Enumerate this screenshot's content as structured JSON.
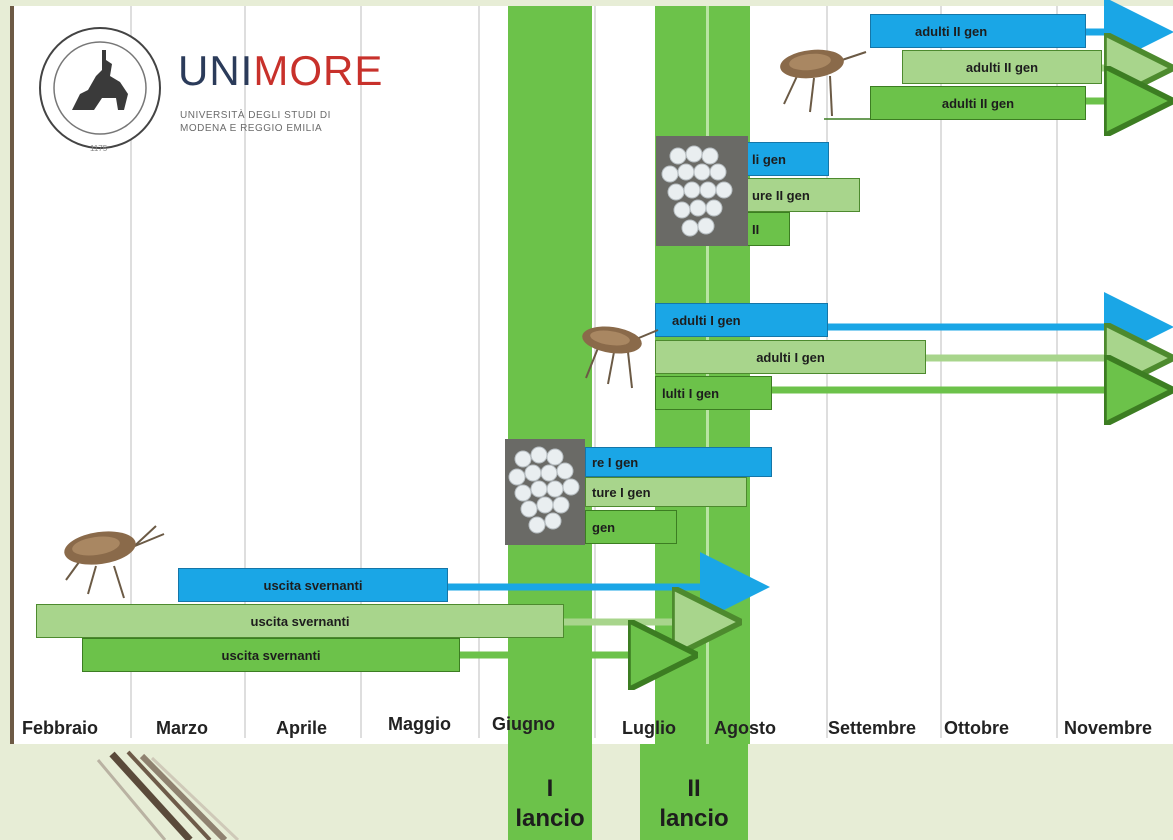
{
  "logo": {
    "word_part1": "UNI",
    "word_part2": "MORE",
    "subtitle_line1": "UNIVERSITÀ DEGLI STUDI DI",
    "subtitle_line2": "MODENA E REGGIO EMILIA",
    "year": "1175"
  },
  "months": [
    "Febbraio",
    "Marzo",
    "Aprile",
    "Maggio",
    "Giugno",
    "Luglio",
    "Agosto",
    "Settembre",
    "Ottobre",
    "Novembre"
  ],
  "launches": {
    "first_numeral": "I",
    "first_word": "lancio",
    "second_numeral": "II",
    "second_word": "lancio"
  },
  "bars": {
    "overwintering": [
      "uscita svernanti",
      "uscita svernanti",
      "uscita svernanti"
    ],
    "eggs_gen1": [
      "re I gen",
      "ture I gen",
      "gen"
    ],
    "adults_gen1": [
      "adulti I gen",
      "adulti I gen",
      "lulti I gen"
    ],
    "eggs_gen2": [
      "li gen",
      "ure II gen",
      "II"
    ],
    "adults_gen2": [
      "adulti II gen",
      "adulti II gen",
      "adulti II gen"
    ]
  },
  "colors": {
    "blue": "#1aa6e6",
    "light_green": "#a8d58c",
    "green": "#6cc24a",
    "launch_band": "#6cc24a",
    "background": "#e7edd6"
  },
  "icons": [
    "stink-bug-icon",
    "egg-cluster-icon",
    "university-seal-icon"
  ]
}
